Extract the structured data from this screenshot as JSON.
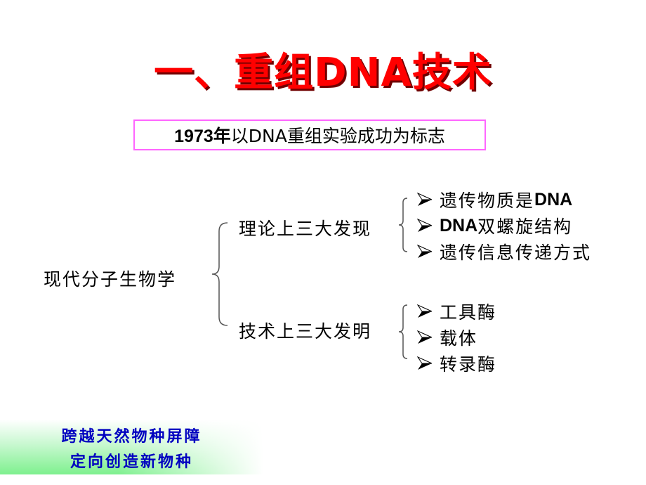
{
  "slide": {
    "title": "一、重组DNA技术",
    "banner": {
      "year": "1973年",
      "text": " 以DNA重组实验成功为标志"
    },
    "root_label": "现代分子生物学",
    "branches": [
      {
        "label": "理论上三大发现",
        "items": [
          {
            "pre": "遗传物质是",
            "bold": "DNA",
            "post": ""
          },
          {
            "pre": "",
            "bold": "DNA",
            "post": "双螺旋结构"
          },
          {
            "pre": "遗传信息传递方式",
            "bold": "",
            "post": ""
          }
        ]
      },
      {
        "label": "技术上三大发明",
        "items": [
          {
            "pre": "工具酶",
            "bold": "",
            "post": ""
          },
          {
            "pre": "载体",
            "bold": "",
            "post": ""
          },
          {
            "pre": "转录酶",
            "bold": "",
            "post": ""
          }
        ]
      }
    ],
    "footer": {
      "line1": "跨越天然物种屏障",
      "line2": "定向创造新物种"
    },
    "colors": {
      "title": "#ff0000",
      "banner_border": "#ff66ff",
      "footer_text": "#0000c0",
      "footer_green": "#7ef08e"
    },
    "bullet_icon": "arrowhead-right-icon"
  }
}
